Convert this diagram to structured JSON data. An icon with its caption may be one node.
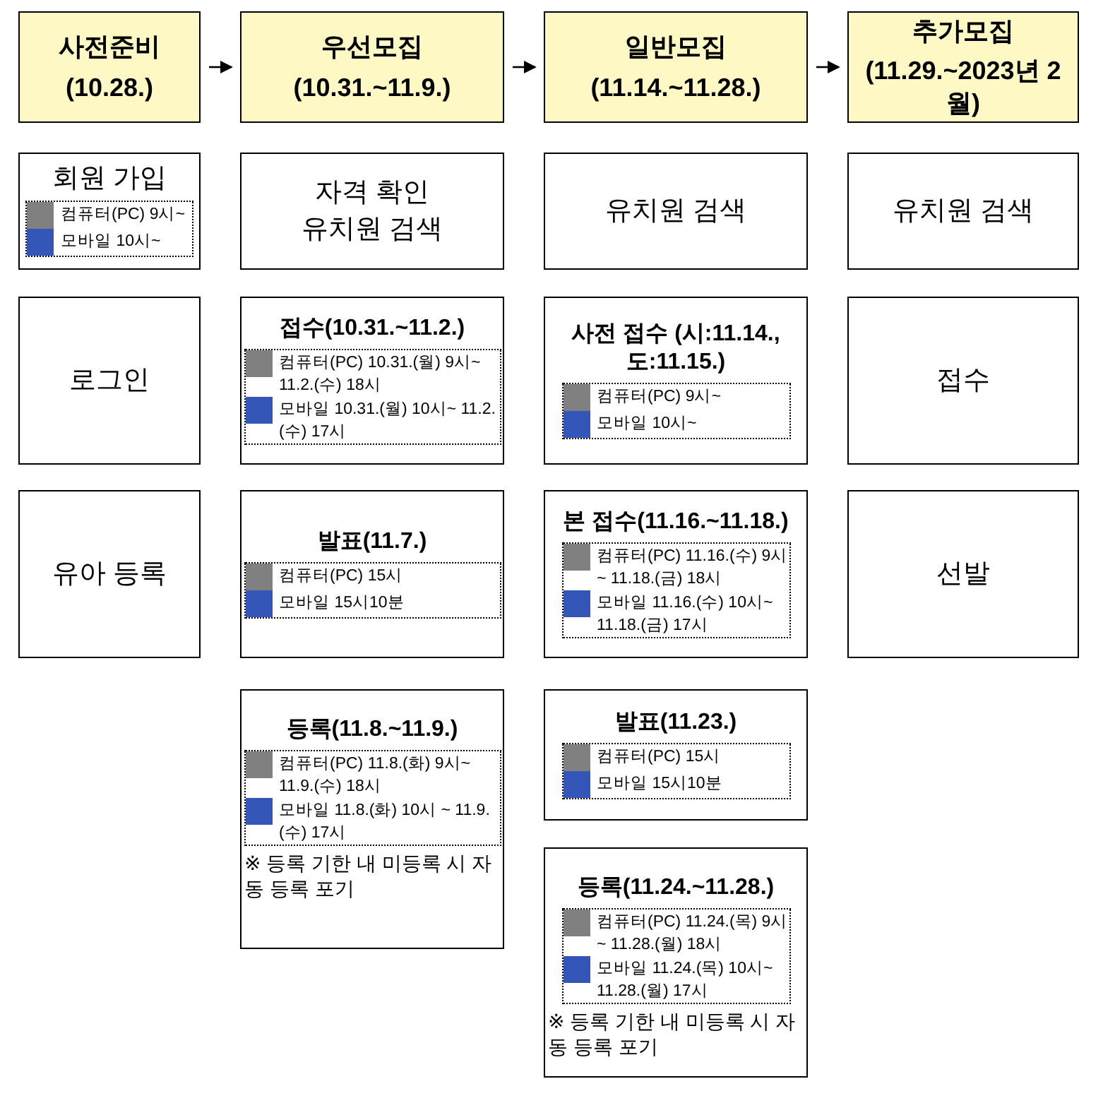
{
  "diagram": {
    "nodes": [
      {
        "text": [
          "사전준비",
          "(10.28.)"
        ]
      },
      {
        "text": [
          "우선모집",
          "(10.31.~11.9.)"
        ]
      },
      {
        "text": [
          "일반모집",
          "(11.14.~11.28.)"
        ]
      },
      {
        "text": [
          "추가모집",
          "(11.29.~2023년 2월)"
        ]
      },
      {
        "text": [
          "회원 가입"
        ]
      },
      {
        "text": [
          "컴퓨터(PC) 9시~",
          "모바일 10시~"
        ],
        "in": 4
      },
      {
        "text": [
          "자격 확인",
          "유치원 검색"
        ]
      },
      {
        "text": [
          "유치원 검색"
        ]
      },
      {
        "text": [
          "유치원 검색"
        ]
      },
      {
        "text": [
          "로그인"
        ]
      },
      {
        "text": [
          "접수(10.31.~11.2.)"
        ]
      },
      {
        "text": [
          "컴퓨터(PC) 10.31.(월) 9시~ 11.2.(수) 18시",
          "모바일 10.31.(월) 10시~ 11.2.(수) 17시"
        ],
        "in": 10
      },
      {
        "text": [
          "사전 접수 (시:11.14., 도:11.15.)"
        ]
      },
      {
        "text": [
          "컴퓨터(PC) 9시~",
          "모바일 10시~"
        ],
        "in": 12
      },
      {
        "text": [
          "접수"
        ]
      },
      {
        "text": [
          "유아 등록"
        ]
      },
      {
        "text": [
          "발표(11.7.)"
        ]
      },
      {
        "text": [
          "컴퓨터(PC) 15시",
          "모바일 15시10분"
        ],
        "in": 16
      },
      {
        "text": [
          "본 접수(11.16.~11.18.)"
        ]
      },
      {
        "text": [
          "컴퓨터(PC) 11.16.(수) 9시~ 11.18.(금) 18시",
          "모바일 11.16.(수) 10시~ 11.18.(금) 17시"
        ],
        "in": 18
      },
      {
        "text": [
          "선발"
        ]
      },
      {
        "text": [
          "등록(11.8.~11.9.)",
          "※ 등록 기한 내 미등록 시 자동 등록 포기"
        ]
      },
      {
        "text": [
          "컴퓨터(PC) 11.8.(화) 9시~ 11.9.(수) 18시",
          "모바일 11.8.(화) 10시 ~ 11.9.(수) 17시"
        ],
        "in": 21
      },
      {
        "text": [
          "발표(11.23.)"
        ]
      },
      {
        "text": [
          "컴퓨터(PC) 15시",
          "모바일 15시10분"
        ],
        "in": 23
      },
      {
        "text": [
          "등록(11.24.~11.28.)",
          "※ 등록 기한 내 미등록 시 자동 등록 포기"
        ]
      },
      {
        "text": [
          "컴퓨터(PC) 11.24.(목) 9시~ 11.28.(월) 18시",
          "모바일 11.24.(목) 10시~ 11.28.(월) 17시"
        ],
        "in": 25
      }
    ],
    "edges": [
      {
        "from": 0,
        "to": 1,
        "arrow": "to"
      },
      {
        "from": 1,
        "to": 2,
        "arrow": "to"
      },
      {
        "from": 2,
        "to": 3,
        "arrow": "to"
      }
    ]
  }
}
